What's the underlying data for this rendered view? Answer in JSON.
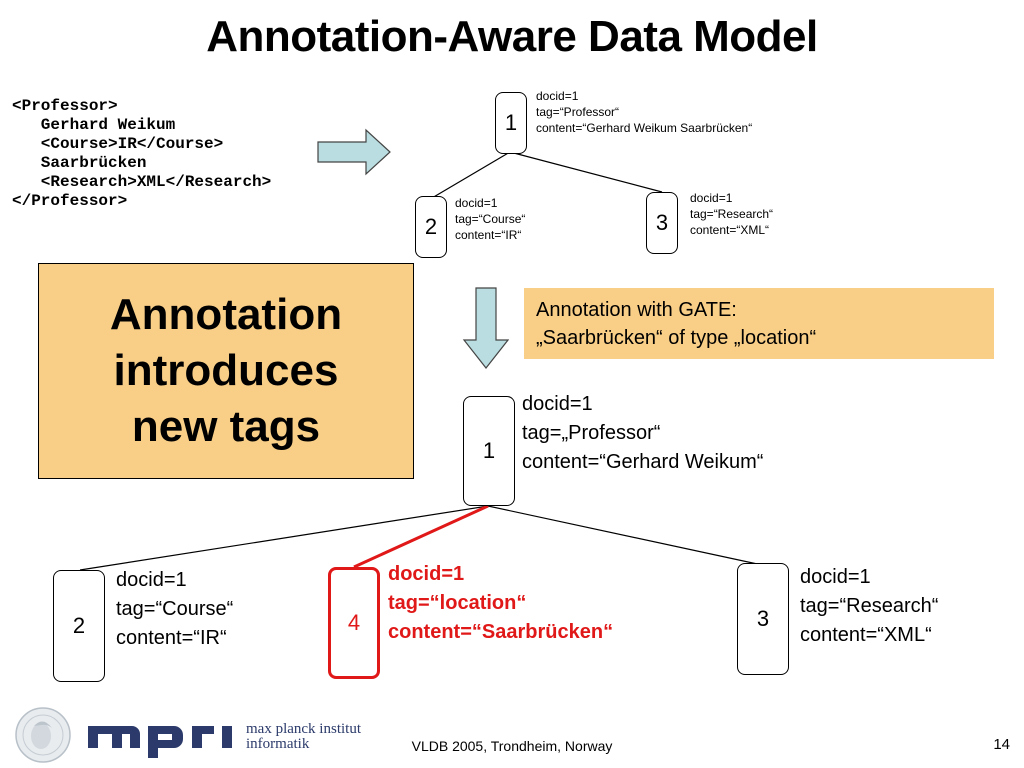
{
  "title": "Annotation-Aware Data Model",
  "xml_lines": [
    "<Professor>",
    "   Gerhard Weikum",
    "   <Course>IR</Course>",
    "   Saarbrücken",
    "   <Research>XML</Research>",
    "</Professor>"
  ],
  "top_tree": {
    "node1": {
      "label": "1",
      "info": [
        "docid=1",
        "tag=“Professor“",
        "content=“Gerhard Weikum Saarbrücken“"
      ]
    },
    "node2": {
      "label": "2",
      "info": [
        "docid=1",
        "tag=“Course“",
        "content=“IR“"
      ]
    },
    "node3": {
      "label": "3",
      "info": [
        "docid=1",
        "tag=“Research“",
        "content=“XML“"
      ]
    }
  },
  "annotation_box": {
    "lines": [
      "Annotation",
      "introduces",
      "new tags"
    ]
  },
  "gate_box": {
    "lines": [
      "Annotation with GATE:",
      "„Saarbrücken“ of type „location“"
    ]
  },
  "bottom_tree": {
    "node1": {
      "label": "1",
      "info": [
        "docid=1",
        "tag=„Professor“",
        "content=“Gerhard Weikum“"
      ]
    },
    "node2": {
      "label": "2",
      "info": [
        "docid=1",
        "tag=“Course“",
        "content=“IR“"
      ]
    },
    "node4": {
      "label": "4",
      "info": [
        "docid=1",
        "tag=“location“",
        "content=“Saarbrücken“"
      ]
    },
    "node3": {
      "label": "3",
      "info": [
        "docid=1",
        "tag=“Research“",
        "content=“XML“"
      ]
    }
  },
  "logo": {
    "text_line1": "max planck institut",
    "text_line2": "informatik"
  },
  "footer": {
    "conference": "VLDB 2005, Trondheim, Norway",
    "page": "14"
  },
  "colors": {
    "box_fill": "#f9cf88",
    "arrow_fill": "#b9dde0",
    "highlight": "#e01818",
    "logo_blue": "#2b3a6a"
  }
}
